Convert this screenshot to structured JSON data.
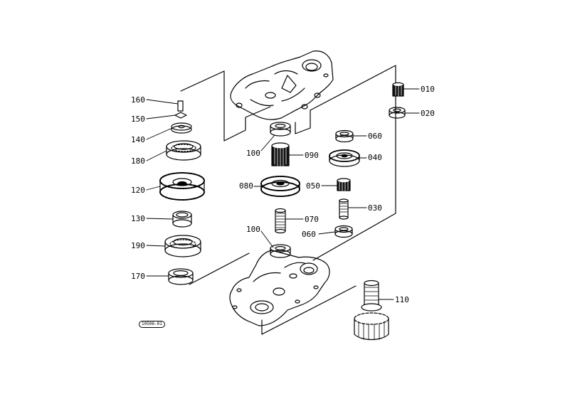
{
  "diagram_code": "10506-01",
  "part_labels": {
    "p010": "010",
    "p020": "020",
    "p030": "030",
    "p040": "040",
    "p050": "050",
    "p060a": "060",
    "p060b": "060",
    "p070": "070",
    "p080": "080",
    "p090": "090",
    "p100a": "100",
    "p100b": "100",
    "p110": "110",
    "p120": "120",
    "p130": "130",
    "p140": "140",
    "p150": "150",
    "p160": "160",
    "p170": "170",
    "p180": "180",
    "p190": "190"
  }
}
